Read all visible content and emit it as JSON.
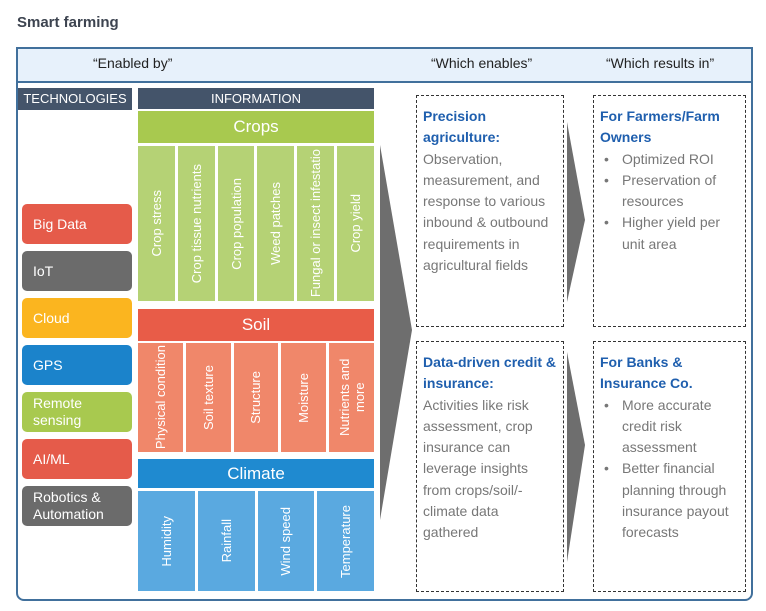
{
  "title": "Smart farming",
  "columns": {
    "enabled_by": "“Enabled by”",
    "which_enables": "“Which enables”",
    "results_in": "“Which results in”"
  },
  "technologies": {
    "header": "TECHNOLOGIES",
    "items": [
      {
        "label": "Big Data",
        "color": "#e55b4a"
      },
      {
        "label": "IoT",
        "color": "#6b6b6b"
      },
      {
        "label": "Cloud",
        "color": "#fbb51f"
      },
      {
        "label": "GPS",
        "color": "#1b83cb"
      },
      {
        "label": "Remote sensing",
        "color": "#a8c94f"
      },
      {
        "label": "AI/ML",
        "color": "#e55b4a"
      },
      {
        "label": "Robotics & Automation",
        "color": "#6b6b6b"
      }
    ]
  },
  "information": {
    "header": "INFORMATION",
    "crops": {
      "label": "Crops",
      "items": [
        "Crop stress",
        "Crop tissue nutrients",
        "Crop population",
        "Weed patches",
        "Fungal or insect infestatio",
        "Crop yield"
      ]
    },
    "soil": {
      "label": "Soil",
      "items": [
        "Physical condition",
        "Soil texture",
        "Structure",
        "Moisture",
        "Nutrients and more"
      ]
    },
    "climate": {
      "label": "Climate",
      "items": [
        "Humidity",
        "Rainfall",
        "Wind speed",
        "Temperature"
      ]
    }
  },
  "enables": [
    {
      "heading": "Precision agriculture:",
      "body": "Observation, measurement, and response to various inbound & outbound requirements in agricultural fields"
    },
    {
      "heading": "Data-driven credit & insurance:",
      "body": "Activities like risk assessment, crop insurance can leverage insights from crops/soil/-climate data gathered"
    }
  ],
  "results": [
    {
      "heading": "For Farmers/Farm Owners",
      "bullets": [
        "Optimized ROI",
        "Preservation of resources",
        "Higher yield per unit area"
      ]
    },
    {
      "heading": "For Banks & Insurance Co.",
      "bullets": [
        "More accurate credit risk assessment",
        "Better financial planning through insurance payout forecasts"
      ]
    }
  ]
}
